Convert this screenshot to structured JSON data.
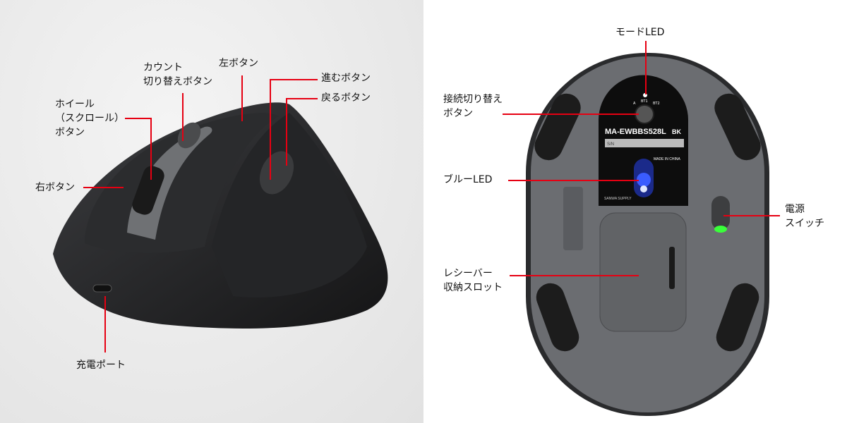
{
  "left_labels": {
    "count_button": "カウント\n切り替えボタン",
    "left_button": "左ボタン",
    "wheel_button": "ホイール\n（スクロール）\nボタン",
    "forward_button": "進むボタン",
    "back_button": "戻るボタン",
    "right_button": "右ボタン",
    "charge_port": "充電ポート"
  },
  "right_labels": {
    "mode_led": "モードLED",
    "connection_button": "接続切り替え\nボタン",
    "blue_led": "ブルーLED",
    "power_switch": "電源\nスイッチ",
    "receiver_slot": "レシーバー\n収納スロット"
  },
  "device_label": {
    "model": "MA-EWBBS528L",
    "color_code": "BK",
    "serial": "S/N",
    "origin": "MADE IN CHINA",
    "brand": "SANWA SUPPLY",
    "led_a": "A",
    "led_bt1": "BT1",
    "led_bt2": "BT2"
  },
  "colors": {
    "leader_line": "#e60012",
    "led_blue": "#3a5cff",
    "power_led": "#39ff3a"
  }
}
